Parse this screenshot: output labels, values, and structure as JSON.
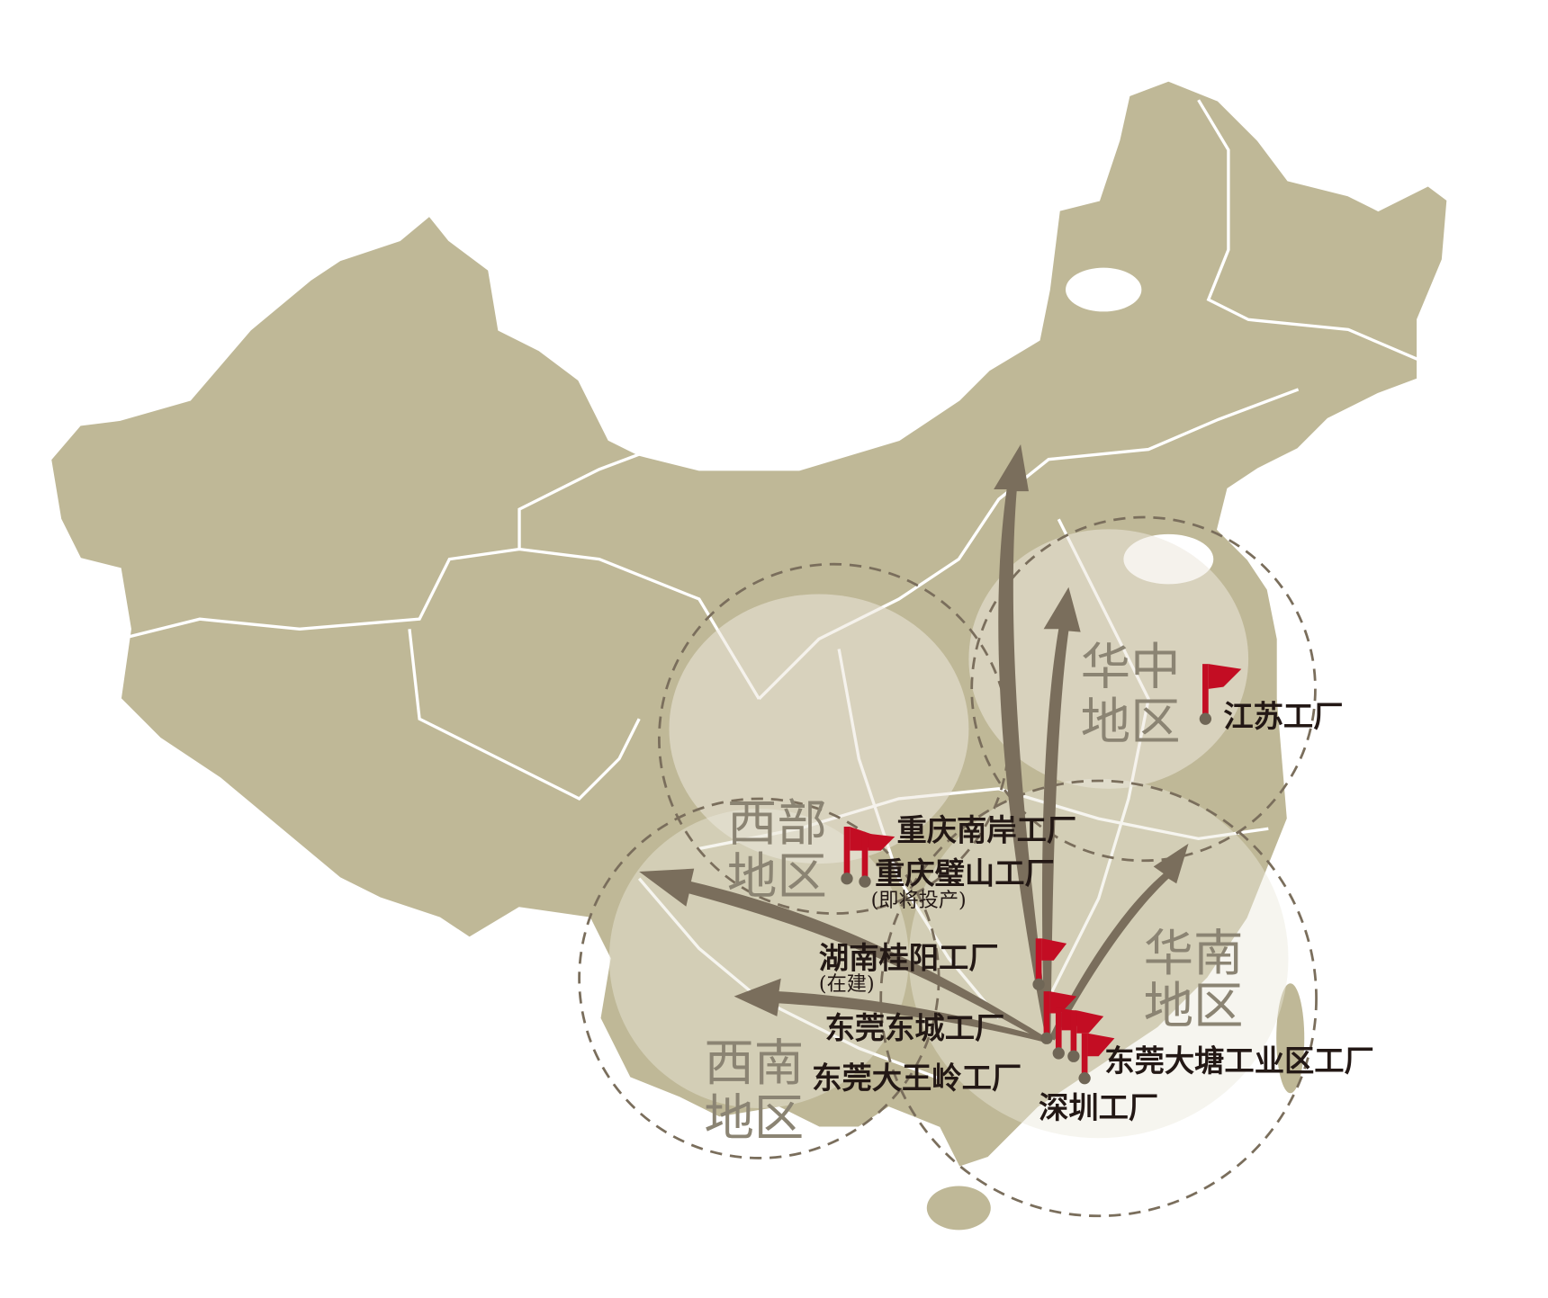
{
  "colors": {
    "land": "#bfb897",
    "border": "#ffffff",
    "highlight": "#ece8dc",
    "arrow": "#7a6e5c",
    "flag": "#c30d23",
    "pin": "#6f6656",
    "ring": "#7a6e5c"
  },
  "regions": [
    {
      "id": "west",
      "line1": "西部",
      "line2": "地区"
    },
    {
      "id": "central",
      "line1": "华中",
      "line2": "地区"
    },
    {
      "id": "southwest",
      "line1": "西南",
      "line2": "地区"
    },
    {
      "id": "south",
      "line1": "华南",
      "line2": "地区"
    }
  ],
  "factories": [
    {
      "name": "江苏工厂"
    },
    {
      "name": "重庆南岸工厂"
    },
    {
      "name": "重庆璧山工厂",
      "note": "(即将投产)"
    },
    {
      "name": "湖南桂阳工厂",
      "note": "(在建)"
    },
    {
      "name": "东莞东城工厂"
    },
    {
      "name": "东莞大王岭工厂"
    },
    {
      "name": "东莞大塘工业区工厂"
    },
    {
      "name": "深圳工厂"
    }
  ]
}
